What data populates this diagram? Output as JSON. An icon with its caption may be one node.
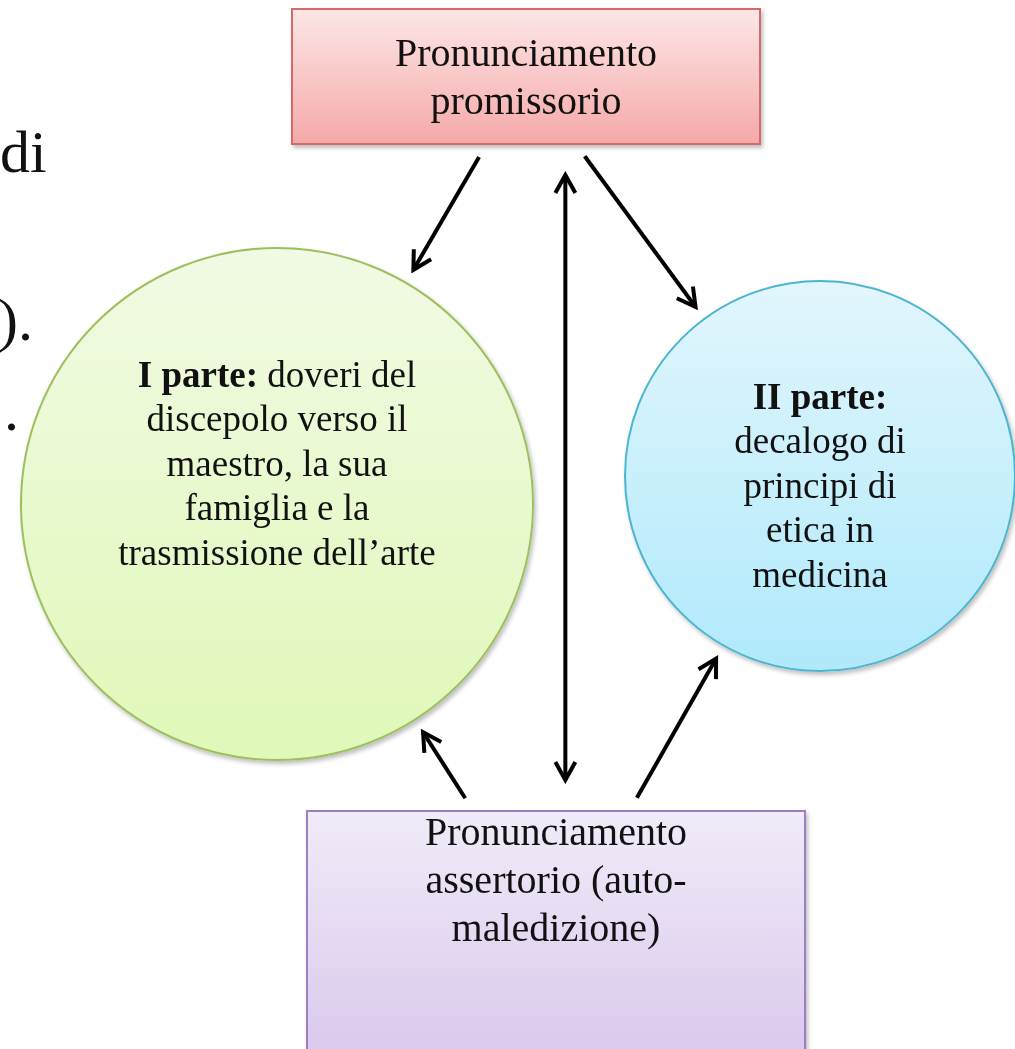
{
  "diagram": {
    "nodes": [
      {
        "text": [
          "Pronunciamento promissorio"
        ]
      },
      {
        "text": [
          "**I parte:** doveri del discepolo verso il maestro, la sua famiglia e la trasmissione dell’arte"
        ]
      },
      {
        "text": [
          "**II parte:** decalogo di principi di etica in medicina"
        ]
      },
      {
        "text": [
          "Pronunciamento assertorio (auto-maledizione)"
        ]
      }
    ],
    "edges": [
      {
        "from": 0,
        "to": 1,
        "arrow": "to"
      },
      {
        "from": 0,
        "to": 2,
        "arrow": "to"
      },
      {
        "from": 0,
        "to": 3,
        "arrow": "both"
      },
      {
        "from": 3,
        "to": 1,
        "arrow": "to"
      },
      {
        "from": 3,
        "to": 2,
        "arrow": "to"
      }
    ],
    "labels": [
      "di",
      ").",
      "."
    ]
  }
}
